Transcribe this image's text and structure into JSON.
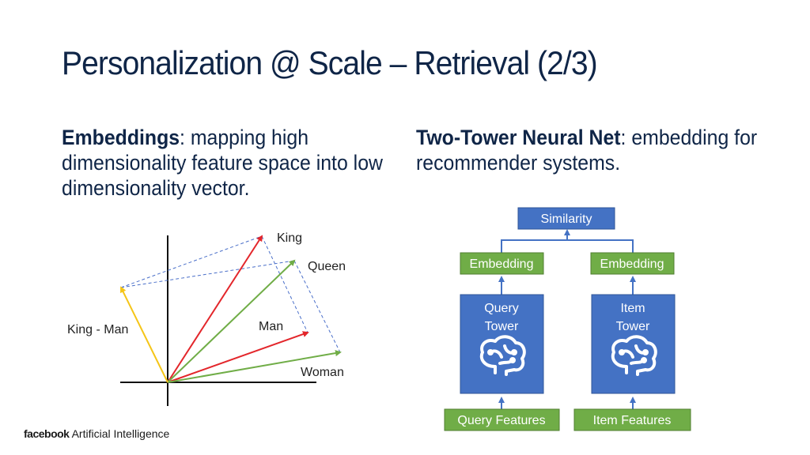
{
  "title": "Personalization @ Scale – Retrieval (2/3)",
  "left": {
    "bold": "Embeddings",
    "rest": ": mapping high dimensionality feature space into low dimensionality vector."
  },
  "right": {
    "bold": "Two-Tower Neural Net",
    "rest": ": embedding for recommender systems."
  },
  "vectors": {
    "king": "King",
    "queen": "Queen",
    "man": "Man",
    "woman": "Woman",
    "king_minus_man": "King - Man"
  },
  "diagram": {
    "similarity": "Similarity",
    "embedding_left": "Embedding",
    "embedding_right": "Embedding",
    "query_tower_line1": "Query",
    "query_tower_line2": "Tower",
    "item_tower_line1": "Item",
    "item_tower_line2": "Tower",
    "query_features": "Query Features",
    "item_features": "Item Features"
  },
  "colors": {
    "title": "#0f2547",
    "blue_box": "#4472c4",
    "green_box": "#70ad47",
    "red": "#e3262b",
    "green": "#70ad47",
    "yellow": "#f5c518",
    "dashed": "#4a6fc9"
  },
  "footer": {
    "brand": "facebook",
    "text": "Artificial Intelligence"
  }
}
